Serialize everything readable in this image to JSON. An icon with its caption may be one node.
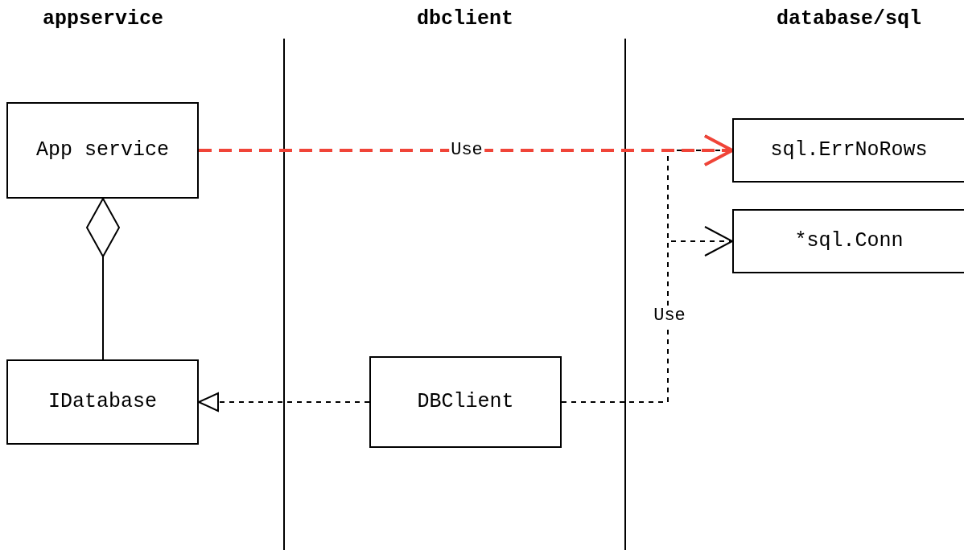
{
  "diagram": {
    "nodes": [
      {
        "text": [
          "App service"
        ]
      },
      {
        "text": [
          "IDatabase"
        ]
      },
      {
        "text": [
          "DBClient"
        ]
      },
      {
        "text": [
          "sql.ErrNoRows"
        ]
      },
      {
        "text": [
          "*sql.Conn"
        ]
      }
    ],
    "edges": [
      {
        "from": 0,
        "to": 3,
        "arrow": "to",
        "label": "Use",
        "style": "dashed",
        "color": "#f04438"
      },
      {
        "from": 1,
        "to": 0,
        "arrow": "other"
      },
      {
        "from": 2,
        "to": 1,
        "arrow": "to",
        "style": "dashed"
      },
      {
        "from": 2,
        "to": 3,
        "arrow": "to",
        "style": "dashed"
      },
      {
        "from": 2,
        "to": 4,
        "arrow": "to",
        "label": "Use",
        "style": "dashed"
      }
    ],
    "labels": [
      "appservice",
      "dbclient",
      "database/sql"
    ]
  }
}
